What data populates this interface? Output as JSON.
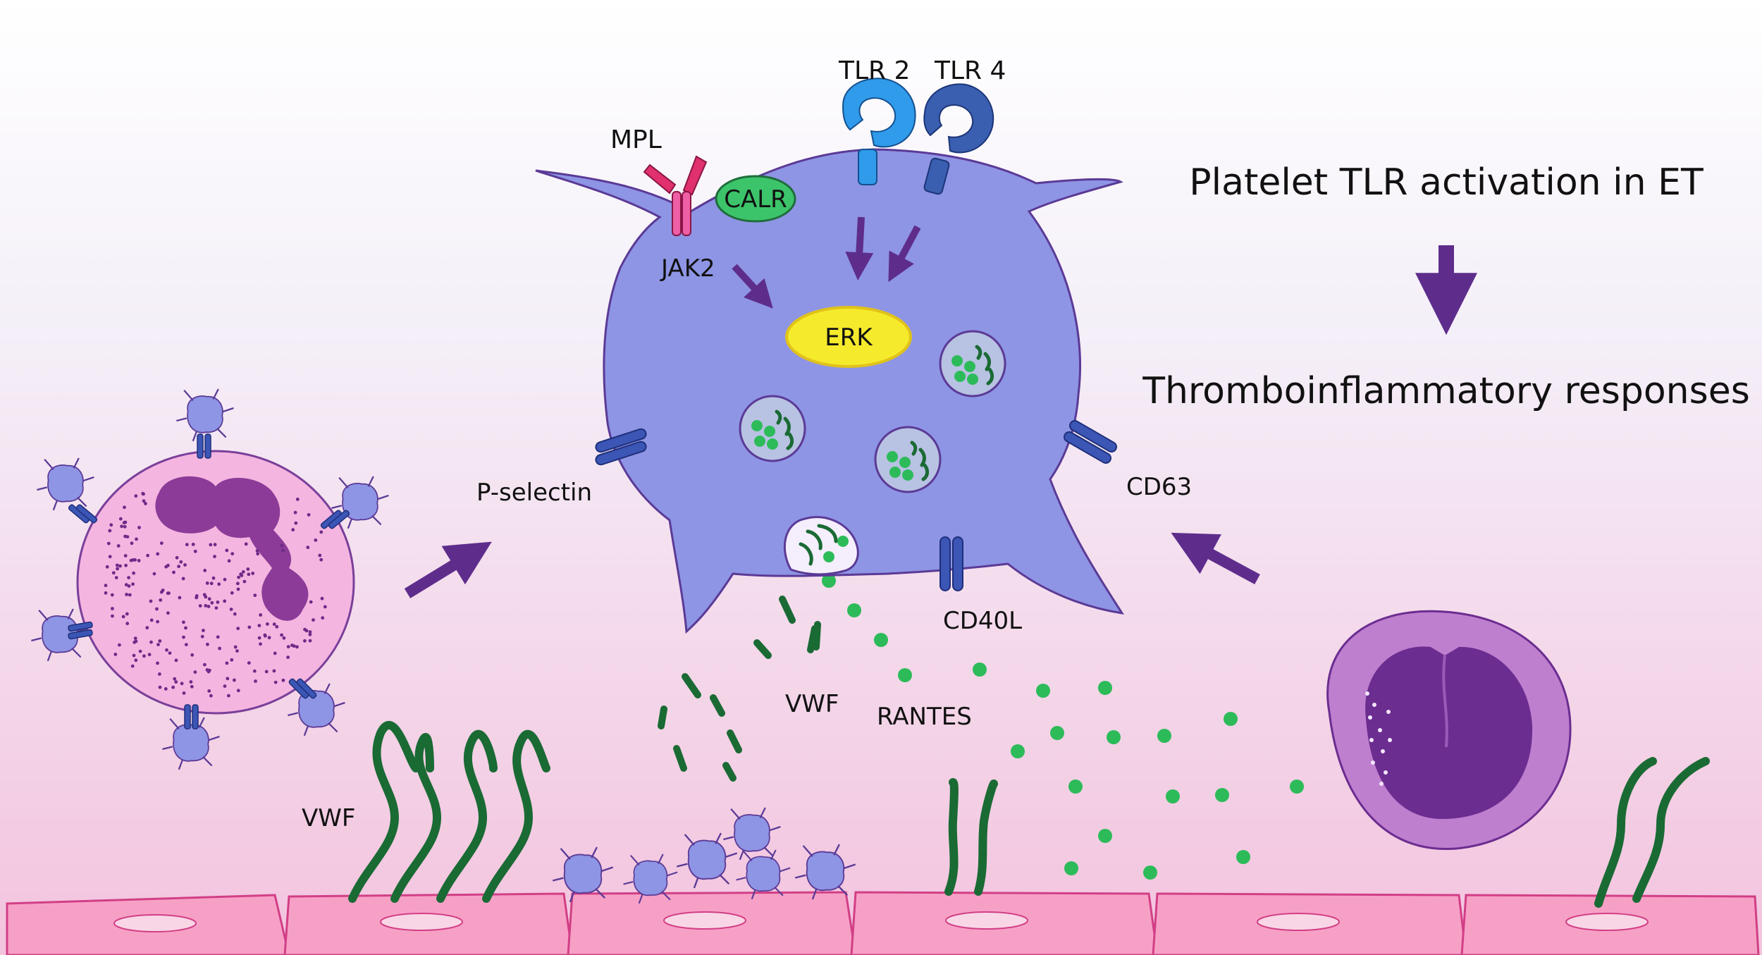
{
  "labels": {
    "tlr2": "TLR 2",
    "tlr4": "TLR 4",
    "mpl": "MPL",
    "calr": "CALR",
    "jak2": "JAK2",
    "erk": "ERK",
    "p_selectin": "P-selectin",
    "cd63": "CD63",
    "cd40l": "CD40L",
    "vwf_released": "VWF",
    "rantes": "RANTES",
    "vwf_endothelium": "VWF"
  },
  "flow": {
    "top": "Platelet TLR activation in ET",
    "bottom": "Thromboinflammatory responses"
  },
  "colors": {
    "background_top": "#ffffff",
    "background_bottom": "#f3c3dd",
    "platelet_fill": "#8e95e4",
    "platelet_stroke": "#5b3a96",
    "granule_fill": "#b8c2e2",
    "rantes_dot": "#2dbb5a",
    "vwf_strand": "#1a6a34",
    "arrow": "#5e2d8c",
    "erk": "#f6ea2c",
    "calr": "#3cc46a",
    "mpl": "#e0306e",
    "tlr2": "#2f9bea",
    "tlr4": "#3a5fb0",
    "receptor_blue": "#3b56b5",
    "megakaryocyte": "#f4b5e0",
    "megakaryocyte_nucleus": "#8c3b98",
    "leukocyte_outer": "#bf7fcf",
    "leukocyte_nucleus": "#6b2d90",
    "endothelium": "#f7a0c6",
    "endothelium_stroke": "#d23f86"
  },
  "icons": {
    "flow_arrow": "down-arrow-icon",
    "tlr2": "tlr2-receptor-icon",
    "tlr4": "tlr4-receptor-icon",
    "mpl": "mpl-receptor-icon"
  }
}
